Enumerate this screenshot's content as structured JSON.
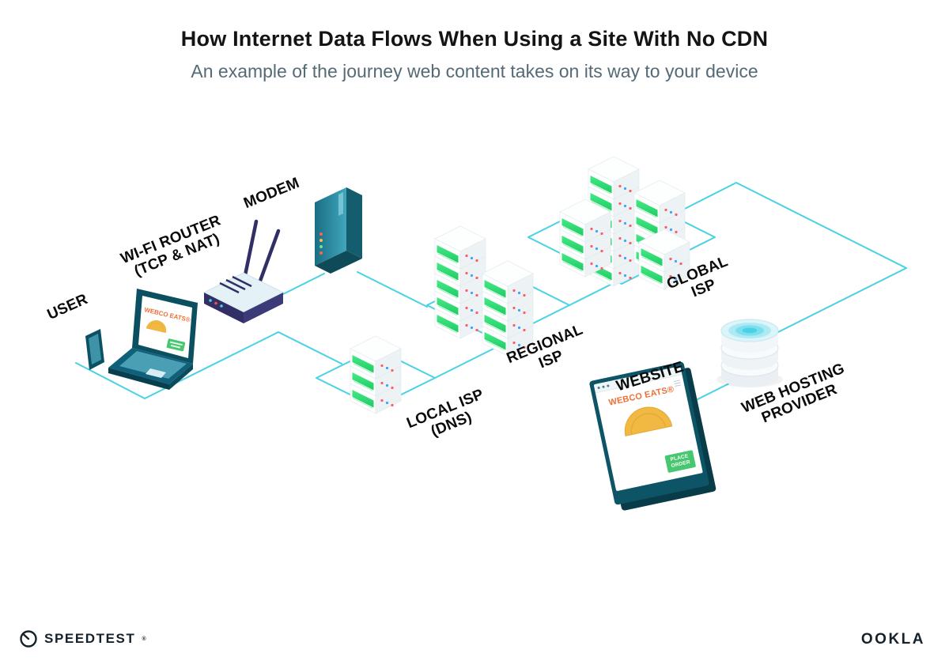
{
  "header": {
    "title": "How Internet Data Flows When Using a Site With No CDN",
    "subtitle": "An example of the journey web content takes on its way to your device"
  },
  "labels": {
    "user": "USER",
    "wifi_router": {
      "line1": "WI-FI ROUTER",
      "line2": "(TCP & NAT)"
    },
    "modem": "MODEM",
    "local_isp": {
      "line1": "LOCAL ISP",
      "line2": "(DNS)"
    },
    "regional_isp": {
      "line1": "REGIONAL",
      "line2": "ISP"
    },
    "global_isp": {
      "line1": "GLOBAL",
      "line2": "ISP"
    },
    "web_hosting": {
      "line1": "WEB HOSTING",
      "line2": "PROVIDER"
    },
    "website": "WEBSITE"
  },
  "website_window": {
    "brand": "WEBCO EATS®",
    "order_button": {
      "line1": "PLACE",
      "line2": "ORDER"
    }
  },
  "laptop_screen": {
    "brand": "WEBCO EATS®"
  },
  "footer": {
    "speedtest": "SPEEDTEST",
    "speedtest_mark": "®",
    "ookla": "OOKLA"
  },
  "colors": {
    "connection_line": "#49d2e4",
    "server_green": "#2ede71",
    "teal_dark": "#0d5466",
    "brand_orange": "#ee7038",
    "button_green": "#47c770"
  }
}
